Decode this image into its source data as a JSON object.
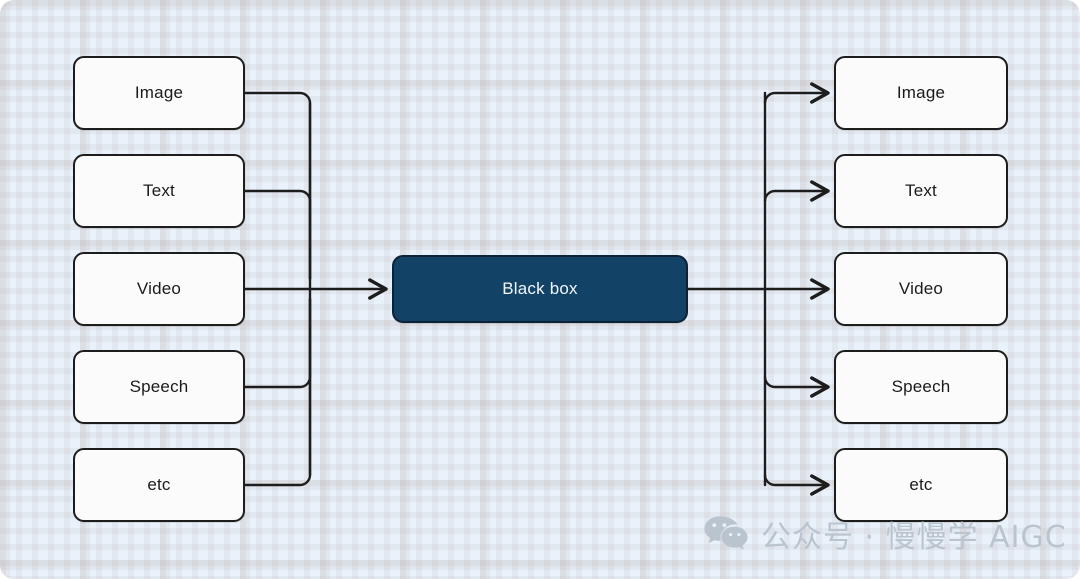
{
  "diagram": {
    "title": "Black box multimodal input/output diagram",
    "background_color": "#e9f2fb",
    "accent_color": "#134267",
    "stroke_color": "#1d1d1d",
    "node_fill": "#fbfbfb",
    "inputs": [
      {
        "label": "Image"
      },
      {
        "label": "Text"
      },
      {
        "label": "Video"
      },
      {
        "label": "Speech"
      },
      {
        "label": "etc"
      }
    ],
    "processor": {
      "label": "Black box"
    },
    "outputs": [
      {
        "label": "Image"
      },
      {
        "label": "Text"
      },
      {
        "label": "Video"
      },
      {
        "label": "Speech"
      },
      {
        "label": "etc"
      }
    ]
  },
  "watermark": {
    "icon": "wechat-icon",
    "text": "公众号 · 慢慢学 AIGC",
    "color": "#b9c4cf"
  }
}
